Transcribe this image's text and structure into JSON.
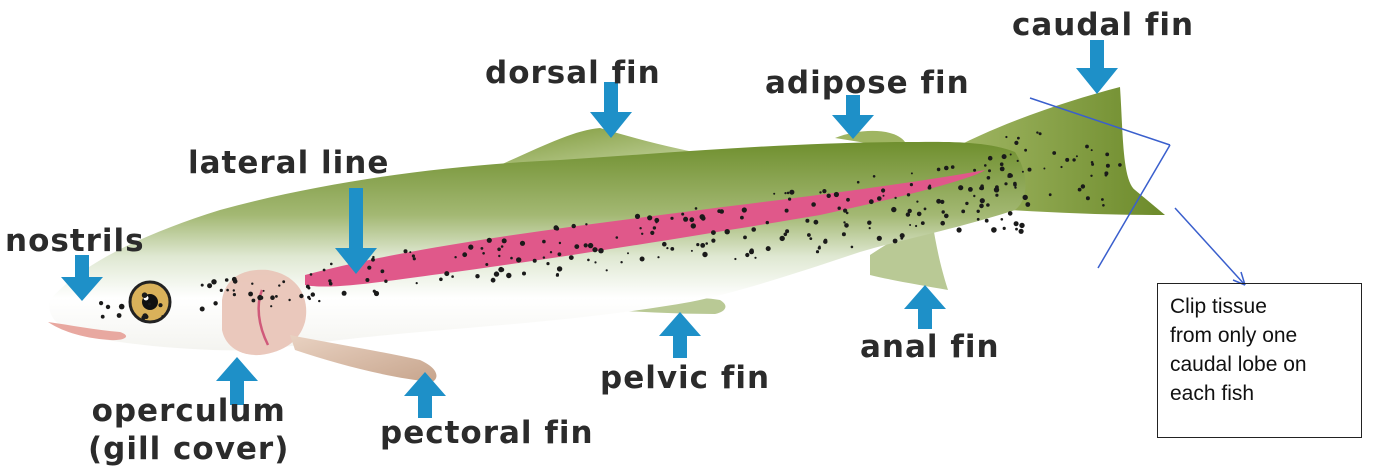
{
  "labels": {
    "caudal_fin": "caudal fin",
    "dorsal_fin": "dorsal fin",
    "adipose_fin": "adipose fin",
    "lateral_line": "lateral line",
    "nostrils": "nostrils",
    "anal_fin": "anal fin",
    "pelvic_fin": "pelvic fin",
    "operculum_line1": "operculum",
    "operculum_line2": "(gill cover)",
    "pectoral_fin": "pectoral fin"
  },
  "note": {
    "lines": [
      "Clip tissue",
      "from only one",
      "caudal lobe on",
      "each fish"
    ]
  },
  "colors": {
    "arrow": "#1e90c8",
    "label_text": "#2b2b2b",
    "pointer_line": "#3a5fcd",
    "body_green": "#7a9a3a",
    "lateral_stripe": "#e0588a"
  }
}
